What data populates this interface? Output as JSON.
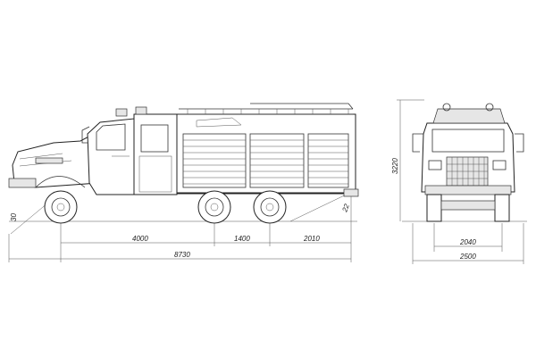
{
  "side_dimensions": {
    "wheelbase_front": "4000",
    "wheelbase_rear": "1400",
    "rear_overhang": "2010",
    "total_length": "8730",
    "approach_angle": "30",
    "departure_angle": "22"
  },
  "front_dimensions": {
    "height": "3220",
    "track": "2040",
    "total_width": "2500"
  }
}
